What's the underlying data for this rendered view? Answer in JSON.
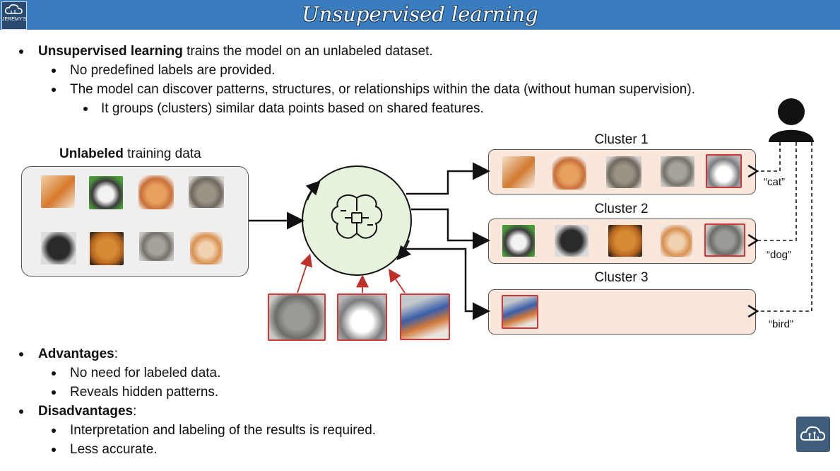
{
  "header": {
    "title": "Unsupervised learning",
    "logo_text": "JEREMY'S IT LAB"
  },
  "bullets": {
    "b1_bold": "Unsupervised learning",
    "b1_rest": " trains the model on an unlabeled dataset.",
    "b1_sub1": "No predefined labels are provided.",
    "b1_sub2": "The model can discover patterns, structures, or relationships within the data (without human supervision).",
    "b1_sub3": "It groups (clusters) similar data points based on shared features."
  },
  "diagram": {
    "unlabeled_bold": "Unlabeled",
    "unlabeled_rest": " training data",
    "clusters": [
      {
        "title": "Cluster 1",
        "label": "“cat”"
      },
      {
        "title": "Cluster 2",
        "label": "“dog”"
      },
      {
        "title": "Cluster 3",
        "label": "“bird”"
      }
    ],
    "icons": {
      "model": "brain-chip-icon",
      "human": "person-icon"
    },
    "colors": {
      "model_fill": "#e6f2dc",
      "cluster_fill": "#fbe6dc",
      "highlight": "#d03838"
    }
  },
  "adv": {
    "title": "Advantages",
    "colon": ":",
    "items": [
      "No need for labeled data.",
      "Reveals hidden patterns."
    ]
  },
  "disadv": {
    "title": "Disadvantages",
    "colon": ":",
    "items": [
      "Interpretation and labeling of the results is required.",
      "Less accurate."
    ]
  }
}
